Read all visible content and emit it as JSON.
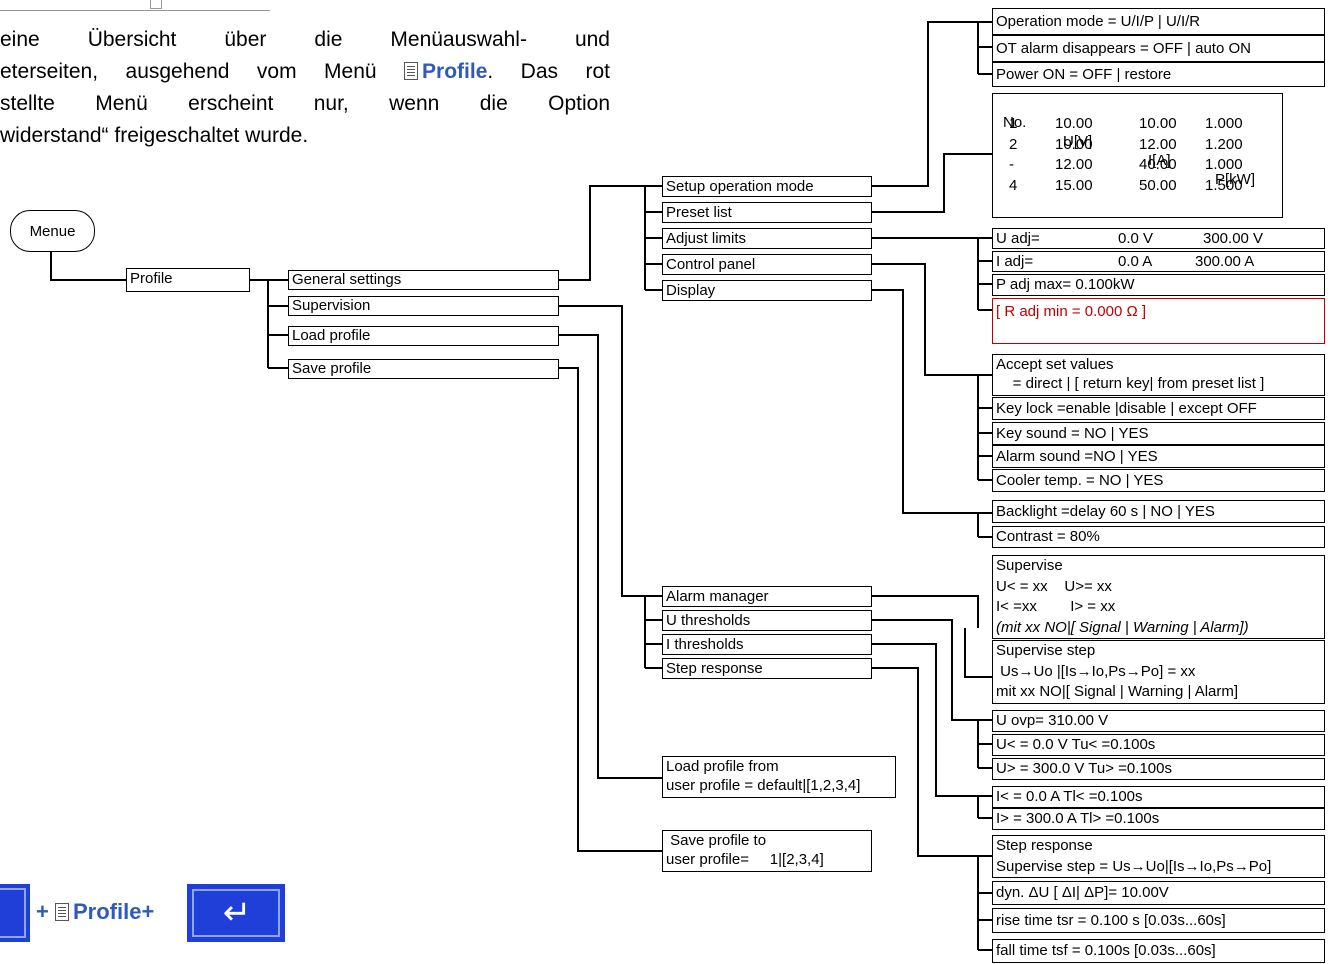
{
  "intro": {
    "line1": "eine Übersicht über die Menüauswahl- und",
    "line2_pre": "eterseiten, ausgehend vom Menü ",
    "line2_profile": "Profile",
    "line2_post": ". Das rot",
    "line3": "stellte Menü erscheint nur, wenn die Option",
    "line4": "widerstand“ freigeschaltet wurde.",
    "icon": "document-icon"
  },
  "nodes": {
    "menue": "Menue",
    "profile": "Profile",
    "general_settings": "General settings",
    "supervision": "Supervision",
    "load_profile": "Load  profile",
    "save_profile": "Save profile",
    "setup_operation_mode": "Setup  operation mode",
    "preset_list": "Preset list",
    "adjust_limits": "Adjust limits",
    "control_panel": "Control panel",
    "display": "Display",
    "alarm_manager": "Alarm manager",
    "u_thresholds": "U thresholds",
    "i_thresholds": "I thresholds",
    "step_response": "Step response",
    "load_from": [
      "Load profile from",
      "user profile = default|[1,2,3,4]"
    ],
    "save_to": [
      " Save profile to",
      "user profile=     1|[2,3,4]"
    ]
  },
  "leaves": {
    "operation_mode": "Operation mode  =  U/I/P | U/I/R",
    "ot_alarm": "OT alarm disappears = OFF   |  auto ON",
    "power_on": "Power ON = OFF  |  restore",
    "preset_table": {
      "headers": [
        "No.",
        "U[V]",
        "I[A]",
        "P[kW]"
      ],
      "rows": [
        [
          "1",
          "10.00",
          "10.00",
          "1.000"
        ],
        [
          "2",
          "10.00",
          "12.00",
          "1.200"
        ],
        [
          "-",
          "12.00",
          "40.00",
          "1.000"
        ],
        [
          "4",
          "15.00",
          "50.00",
          "1.500"
        ]
      ]
    },
    "u_adj": [
      " U adj=",
      "0.0 V",
      "300.00 V"
    ],
    "i_adj": [
      " I adj=",
      "0.0 A",
      "300.00 A"
    ],
    "p_adj": " P adj max= 0.100kW",
    "r_adj": " [  R adj min = 0.000 Ω   ]",
    "accept": [
      "Accept set values",
      "    = direct | [ return key| from preset list ]"
    ],
    "key_lock": "Key lock =enable |disable  | except OFF",
    "key_sound": "Key sound =  NO | YES",
    "alarm_sound": "Alarm sound  =NO | YES",
    "cooler": "Cooler temp. = NO | YES",
    "backlight": "Backlight =delay 60 s | NO | YES",
    "contrast": "Contrast = 80%",
    "supervise": [
      "Supervise",
      "U< = xx    U>= xx",
      "I< =xx        I> = xx",
      "(mit xx NO|[ Signal | Warning | Alarm])"
    ],
    "supervise_step": [
      "Supervise step",
      " Us→Uo |[Is→Io,Ps→Po] = xx",
      "mit xx NO|[ Signal | Warning | Alarm]"
    ],
    "u_ovp": " U ovp=         310.00 V",
    "u_lt": " U< =             0.0 V   Tu<  =0.100s",
    "u_gt": " U> =          300.0 V Tu>  =0.100s",
    "i_lt": " I< =              0.0 A   Tl<  =0.100s",
    "i_gt": " I> =          300.0 A Tl>  =0.100s",
    "step_resp": [
      "Step response",
      "Supervise step = Us→Uo|[Is→Io,Ps→Po]"
    ],
    "dyn": "dyn. ΔU [ ΔI| ΔP]= 10.00V",
    "rise": "rise time tsr = 0.100 s  [0.03s...60s]",
    "fall": "fall time  tsf =  0.100s  [0.03s...60s]"
  },
  "footer": {
    "plus": "+",
    "label": "Profile+",
    "icon": "document-icon",
    "enter_icon": "enter-key-icon",
    "key_color": "#1f3fd8",
    "link_color": "#2f5bb7"
  }
}
